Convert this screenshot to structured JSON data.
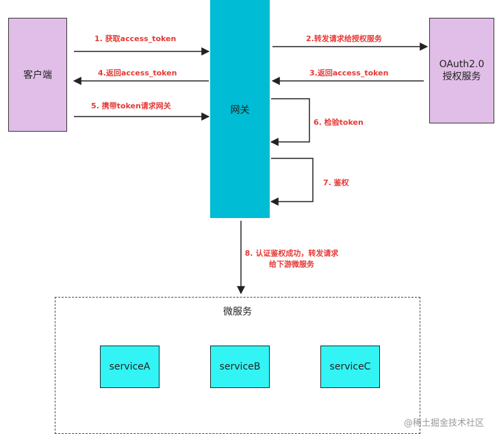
{
  "nodes": {
    "client": "客户端",
    "gateway": "网关",
    "oauth_line1": "OAuth2.0",
    "oauth_line2": "授权服务",
    "microservices": "微服务",
    "serviceA": "serviceA",
    "serviceB": "serviceB",
    "serviceC": "serviceC"
  },
  "edges": [
    {
      "id": "e1",
      "label": "1. 获取access_token"
    },
    {
      "id": "e2",
      "label": "2.转发请求给授权服务"
    },
    {
      "id": "e3",
      "label": "3.返回access_token"
    },
    {
      "id": "e4",
      "label": "4.返回access_token"
    },
    {
      "id": "e5",
      "label": "5. 携带token请求网关"
    },
    {
      "id": "e6",
      "label": "6. 检验token"
    },
    {
      "id": "e7",
      "label": "7. 鉴权"
    },
    {
      "id": "e8",
      "label": "8. 认证鉴权成功，转发请求给下游微服务"
    }
  ],
  "watermark": "@稀土掘金技术社区",
  "colors": {
    "client_fill": "#e1bee7",
    "oauth_fill": "#e1bee7",
    "gateway_fill": "#00bcd4",
    "service_fill": "#33f4f4",
    "label_color": "#e53935"
  }
}
